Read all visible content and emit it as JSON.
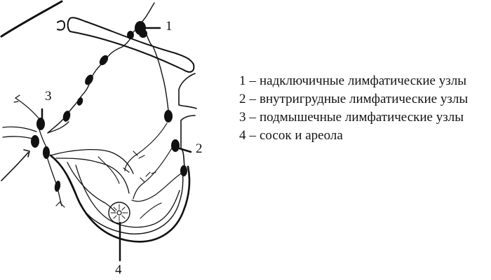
{
  "figure": {
    "type": "anatomical-diagram",
    "subject": "lymphatic drainage of the breast",
    "callouts": [
      {
        "id": "1",
        "label": "1"
      },
      {
        "id": "2",
        "label": "2"
      },
      {
        "id": "3",
        "label": "3"
      },
      {
        "id": "4",
        "label": "4"
      }
    ]
  },
  "legend": {
    "items": [
      {
        "number": "1",
        "separator": "–",
        "text": "надключичные лимфатические узлы"
      },
      {
        "number": "2",
        "separator": "–",
        "text": "внутригрудные лимфатические узлы"
      },
      {
        "number": "3",
        "separator": "–",
        "text": "подмышечные лимфатические узлы"
      },
      {
        "number": "4",
        "separator": "–",
        "text": "сосок и ареола"
      }
    ]
  }
}
